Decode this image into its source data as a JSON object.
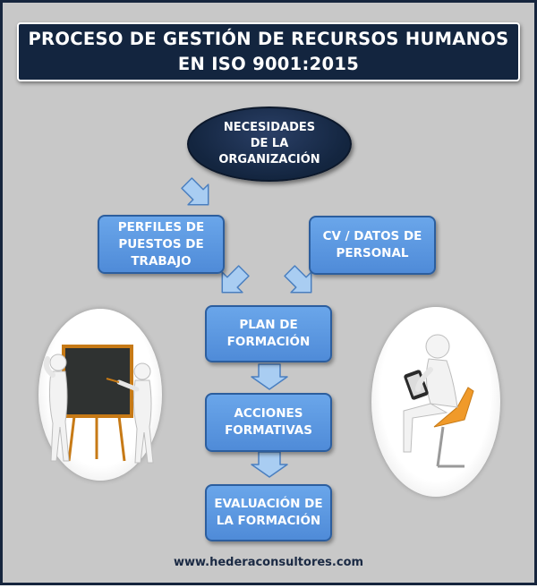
{
  "title": {
    "line1": "PROCESO DE GESTIÓN DE RECURSOS HUMANOS",
    "line2": "EN ISO 9001:2015"
  },
  "nodes": {
    "needs": [
      "NECESIDADES",
      "DE LA",
      "ORGANIZACIÓN"
    ],
    "job_profiles": [
      "PERFILES DE",
      "PUESTOS DE",
      "TRABAJO"
    ],
    "cv_data": [
      "CV / DATOS DE",
      "PERSONAL"
    ],
    "training_plan": [
      "PLAN DE",
      "FORMACIÓN"
    ],
    "training_actions": [
      "ACCIONES",
      "FORMATIVAS"
    ],
    "training_evaluation": [
      "EVALUACIÓN DE",
      "LA FORMACIÓN"
    ]
  },
  "illustrations": {
    "left": "figures-at-blackboard-illustration",
    "right": "figure-with-tablet-illustration"
  },
  "footer": {
    "url": "www.hederaconsultores.com"
  },
  "colors": {
    "background": "#c8c8c8",
    "title_bg": "#13253f",
    "box_fill": "#5b97e0",
    "box_border": "#2c5e9e",
    "arrow_fill": "#a9cdf2",
    "arrow_stroke": "#4a7fc0"
  }
}
